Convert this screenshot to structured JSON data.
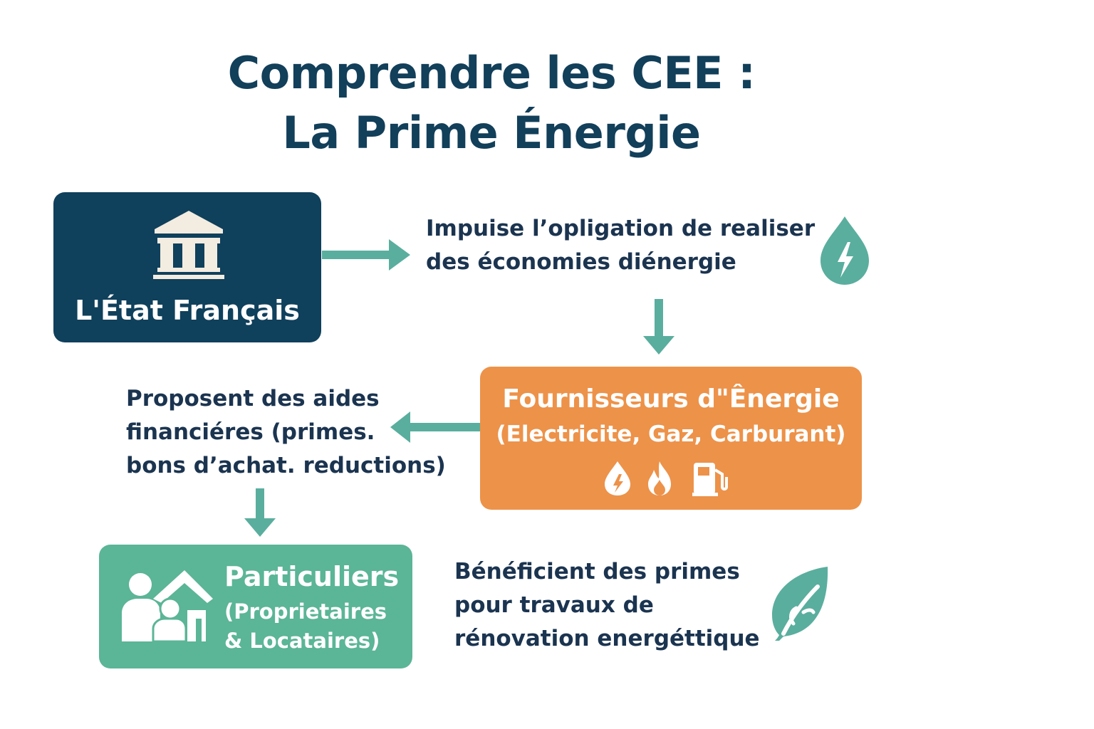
{
  "title": {
    "line1": "Comprendre les CEE :",
    "line2": "La Prime Énergie"
  },
  "etat": {
    "label": "L'État Français",
    "icon": "government-building-icon"
  },
  "impose": {
    "lines": [
      "Impuise l’opligation de realiser",
      "des économies diénergie"
    ],
    "icon": "energy-drop-icon"
  },
  "fournisseurs": {
    "title": "Fournisseurs d\"Ênergie",
    "subtitle": "(Electricite, Gaz, Carburant)",
    "icons": [
      "electricity-drop-icon",
      "gas-flame-icon",
      "fuel-pump-icon"
    ]
  },
  "propose": {
    "lines": [
      "Proposent des aides",
      "financiéres (primes.",
      "bons d’achat. reductions)"
    ]
  },
  "particuliers": {
    "title": "Particuliers",
    "subtitle_line1": "(Proprietaires",
    "subtitle_line2": "& Locataires)",
    "icon": "people-house-icon"
  },
  "beneficient": {
    "lines": [
      "Bénéficient des primes",
      "pour travaux de",
      "rénovation energéttique"
    ],
    "icon": "leaf-icon"
  },
  "colors": {
    "navy": "#0f405c",
    "orange": "#ed9249",
    "green": "#5bb597",
    "arrow": "#5aae9e",
    "text": "#1b3450"
  }
}
